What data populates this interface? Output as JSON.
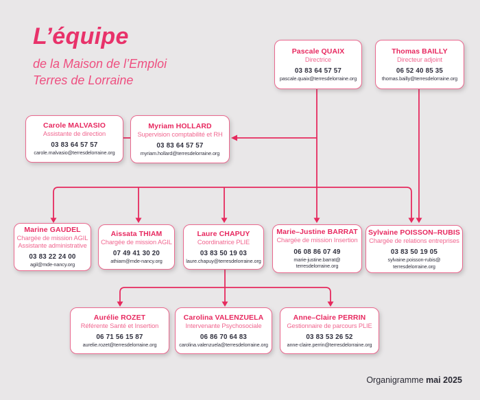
{
  "header": {
    "title": "L’équipe",
    "subtitle_lines": [
      "de la Maison de l’Emploi",
      "Terres de Lorraine"
    ]
  },
  "footer": {
    "label": "Organigramme",
    "date": "mai 2025"
  },
  "colors": {
    "accent_pink": "#e8326a",
    "role_pink": "#f0668f",
    "connector_pink": "#e62a5e",
    "card_border_pink": "#e9688e",
    "dark_text": "#30303e",
    "background": "#e9e7e8",
    "card_background": "#ffffff"
  },
  "people": [
    {
      "name": "Pascale QUAIX",
      "role_lines": [
        "Directrice"
      ],
      "phone": "03 83 64 57 57",
      "email_lines": [
        "pascale.quaix@terresdelorraine.org"
      ]
    },
    {
      "name": "Thomas BAILLY",
      "role_lines": [
        "Directeur adjoint"
      ],
      "phone": "06 52 40 85 35",
      "email_lines": [
        "thomas.bailly@terresdelorraine.org"
      ]
    },
    {
      "name": "Carole MALVASIO",
      "role_lines": [
        "Assistante de direction"
      ],
      "phone": "03 83 64 57 57",
      "email_lines": [
        "carole.malvasio@terresdelorraine.org"
      ]
    },
    {
      "name": "Myriam HOLLARD",
      "role_lines": [
        "Supervision comptabilité et RH"
      ],
      "phone": "03 83 64 57 57",
      "email_lines": [
        "myriam.hollard@terresdelorraine.org"
      ]
    },
    {
      "name": "Marine GAUDEL",
      "role_lines": [
        "Chargée de mission AGIL",
        "Assistante administrative"
      ],
      "phone": "03 83 22 24 00",
      "email_lines": [
        "agil@mde-nancy.org"
      ]
    },
    {
      "name": "Aissata THIAM",
      "role_lines": [
        "Chargée de mission AGIL"
      ],
      "phone": "07 49 41 30 20",
      "email_lines": [
        "athiam@mde-nancy.org"
      ]
    },
    {
      "name": "Laure CHAPUY",
      "role_lines": [
        "Coordinatrice PLIE"
      ],
      "phone": "03 83 50 19 03",
      "email_lines": [
        "laure.chapuy@terresdelorraine.org"
      ]
    },
    {
      "name": "Marie–Justine BARRAT",
      "role_lines": [
        "Chargée de mission Insertion"
      ],
      "phone": "06 08 86 07 49",
      "email_lines": [
        "marie-justine.barrat@",
        "terresdelorraine.org"
      ]
    },
    {
      "name": "Sylvaine POISSON–RUBIS",
      "role_lines": [
        "Chargée de relations entreprises"
      ],
      "phone": "03 83 50 19 05",
      "email_lines": [
        "sylvaine.poisson-rubis@",
        "terresdelorraine.org"
      ]
    },
    {
      "name": "Aurélie ROZET",
      "role_lines": [
        "Référente Santé et Insertion"
      ],
      "phone": "06 71 56 15 87",
      "email_lines": [
        "aurelie.rozet@terresdelorraine.org"
      ]
    },
    {
      "name": "Carolina VALENZUELA",
      "role_lines": [
        "Intervenante Psychosociale"
      ],
      "phone": "06 86 70 64 83",
      "email_lines": [
        "carolina.valenzuela@terresdelorraine.org"
      ]
    },
    {
      "name": "Anne–Claire PERRIN",
      "role_lines": [
        "Gestionnaire de parcours PLIE"
      ],
      "phone": "03 83 53 26 52",
      "email_lines": [
        "anne-claire.perrin@terresdelorraine.org"
      ]
    }
  ]
}
